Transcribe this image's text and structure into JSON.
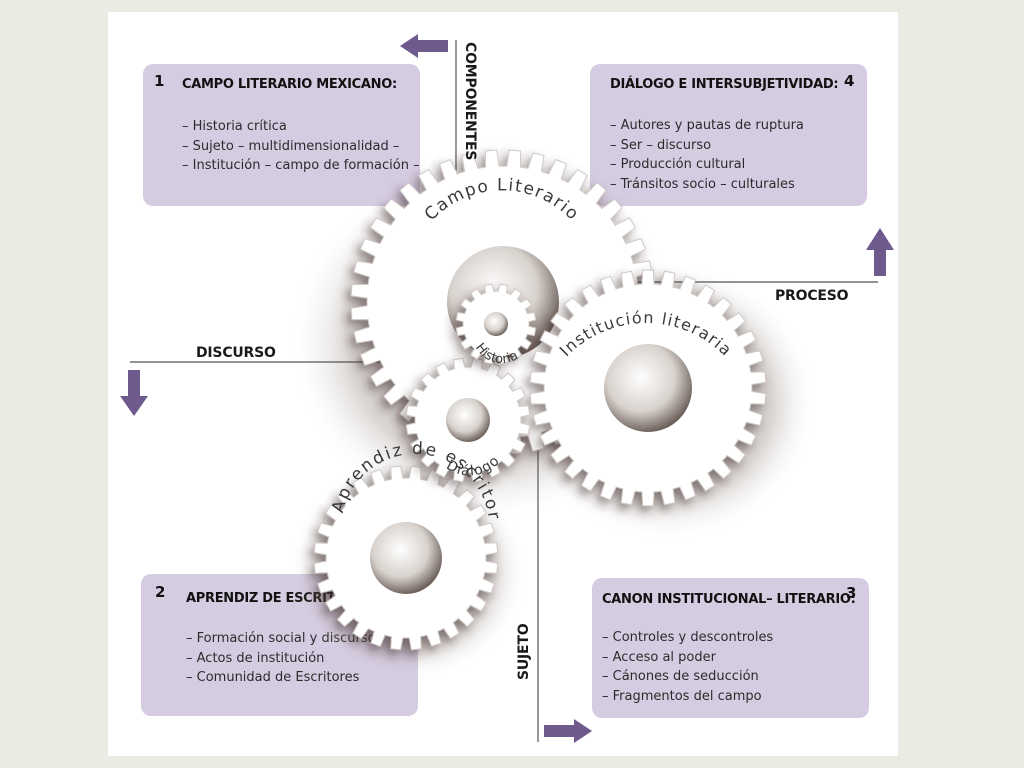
{
  "axes": {
    "componentes": "COMPONENTES",
    "proceso": "PROCESO",
    "discurso": "DISCURSO",
    "sujeto": "SUJETO"
  },
  "gears": {
    "campo": "Campo Literario",
    "historia": "Historia",
    "institucion": "Institución literaria",
    "dialogo": "Diálogo",
    "aprendiz": "Aprendiz de escritor"
  },
  "boxes": {
    "b1": {
      "num": "1",
      "title": "CAMPO LITERARIO MEXICANO:",
      "items": [
        "– Historia crítica",
        "– Sujeto – multidimensionalidad –",
        "– Institución – campo de formación –"
      ]
    },
    "b2": {
      "num": "2",
      "title": "APRENDIZ DE ESCRITOR:",
      "items": [
        "– Formación social y discurso",
        "– Actos de institución",
        "– Comunidad de Escritores"
      ]
    },
    "b3": {
      "num": "3",
      "title": "CANON INSTITUCIONAL– LITERARIO:",
      "items": [
        "– Controles y descontroles",
        "– Acceso al poder",
        "– Cánones de seducción",
        "– Fragmentos del campo"
      ]
    },
    "b4": {
      "num": "4",
      "title": "DIÁLOGO E INTERSUBJETIVIDAD:",
      "items": [
        "– Autores y pautas de ruptura",
        "– Ser – discurso",
        "– Producción cultural",
        "– Tránsitos socio – culturales"
      ]
    }
  },
  "colors": {
    "background": "#ecebe3",
    "canvas": "#ffffff",
    "box": "#d6cce2",
    "arrow": "#6e5a8c",
    "gear": "#ffffff",
    "gear_shadow": "#5a4a44"
  },
  "icons": {
    "arrow_left": "arrow-left-icon",
    "arrow_up": "arrow-up-icon",
    "arrow_down": "arrow-down-icon",
    "arrow_right": "arrow-right-icon"
  }
}
